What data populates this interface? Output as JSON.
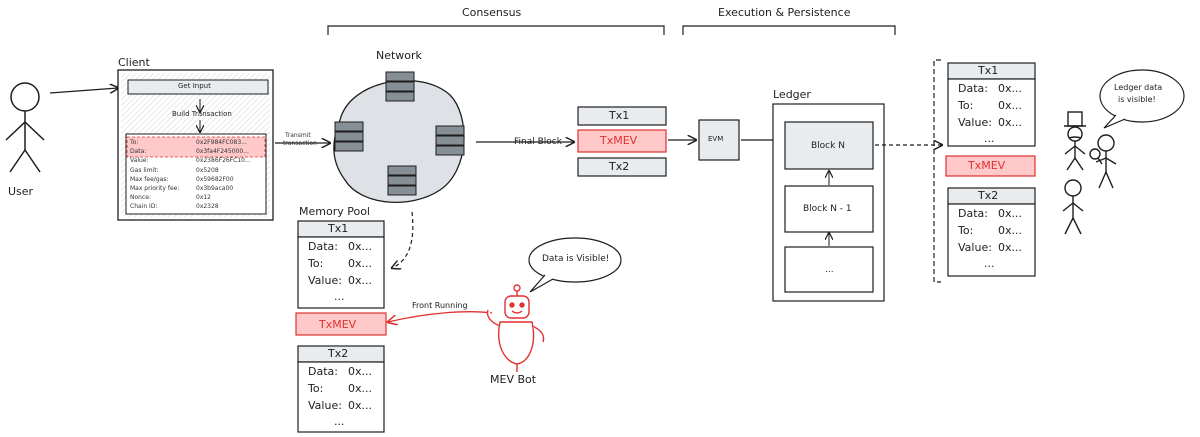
{
  "sections": {
    "consensus": "Consensus",
    "execution": "Execution & Persistence"
  },
  "user": {
    "label": "User"
  },
  "client": {
    "title": "Client",
    "get_input": "Get Input",
    "build_tx": "Build Transaction",
    "fields": [
      {
        "k": "To:",
        "v": "0x2F984FC083...",
        "highlight": true
      },
      {
        "k": "Data:",
        "v": "0x3fa4F245000...",
        "highlight": true
      },
      {
        "k": "Value:",
        "v": "0x2386F26FC10...",
        "highlight": false
      },
      {
        "k": "Gas limit:",
        "v": "0x5208",
        "highlight": false
      },
      {
        "k": "Max fee/gas:",
        "v": "0x59682F00",
        "highlight": false
      },
      {
        "k": "Max priority fee:",
        "v": "0x3b9aca00",
        "highlight": false
      },
      {
        "k": "Nonce:",
        "v": "0x12",
        "highlight": false
      },
      {
        "k": "Chain ID:",
        "v": "0x2328",
        "highlight": false
      }
    ]
  },
  "transmit": {
    "line1": "Transmit",
    "line2": "transaction"
  },
  "network": {
    "title": "Network"
  },
  "final_block": "Final Block",
  "block_stack": [
    "Tx1",
    "TxMEV",
    "Tx2"
  ],
  "evm": "EVM",
  "ledger": {
    "title": "Ledger",
    "blocks": [
      "Block N",
      "Block N - 1",
      "..."
    ]
  },
  "mempool": {
    "title": "Memory Pool",
    "tx1": {
      "title": "Tx1",
      "rows": [
        [
          "Data:",
          "0x..."
        ],
        [
          "To:",
          "0x..."
        ],
        [
          "Value:",
          "0x..."
        ]
      ],
      "ellipsis": "..."
    },
    "txmev": "TxMEV",
    "tx2": {
      "title": "Tx2",
      "rows": [
        [
          "Data:",
          "0x..."
        ],
        [
          "To:",
          "0x..."
        ],
        [
          "Value:",
          "0x..."
        ]
      ],
      "ellipsis": "..."
    }
  },
  "front_running": "Front Running",
  "mev_bot": {
    "label": "MEV Bot",
    "bubble": "Data is Visible!"
  },
  "ledger_view": {
    "tx1": {
      "title": "Tx1",
      "rows": [
        [
          "Data:",
          "0x..."
        ],
        [
          "To:",
          "0x..."
        ],
        [
          "Value:",
          "0x..."
        ]
      ],
      "ellipsis": "..."
    },
    "txmev": "TxMEV",
    "tx2": {
      "title": "Tx2",
      "rows": [
        [
          "Data:",
          "0x..."
        ],
        [
          "To:",
          "0x..."
        ],
        [
          "Value:",
          "0x..."
        ]
      ],
      "ellipsis": "..."
    }
  },
  "observers_bubble": {
    "line1": "Ledger data",
    "line2": "is visible!"
  },
  "colors": {
    "accent_red": "#e03131",
    "highlight_fill": "#ffc9c9",
    "box_fill": "#e9ecef",
    "server_fill": "#868e96"
  }
}
